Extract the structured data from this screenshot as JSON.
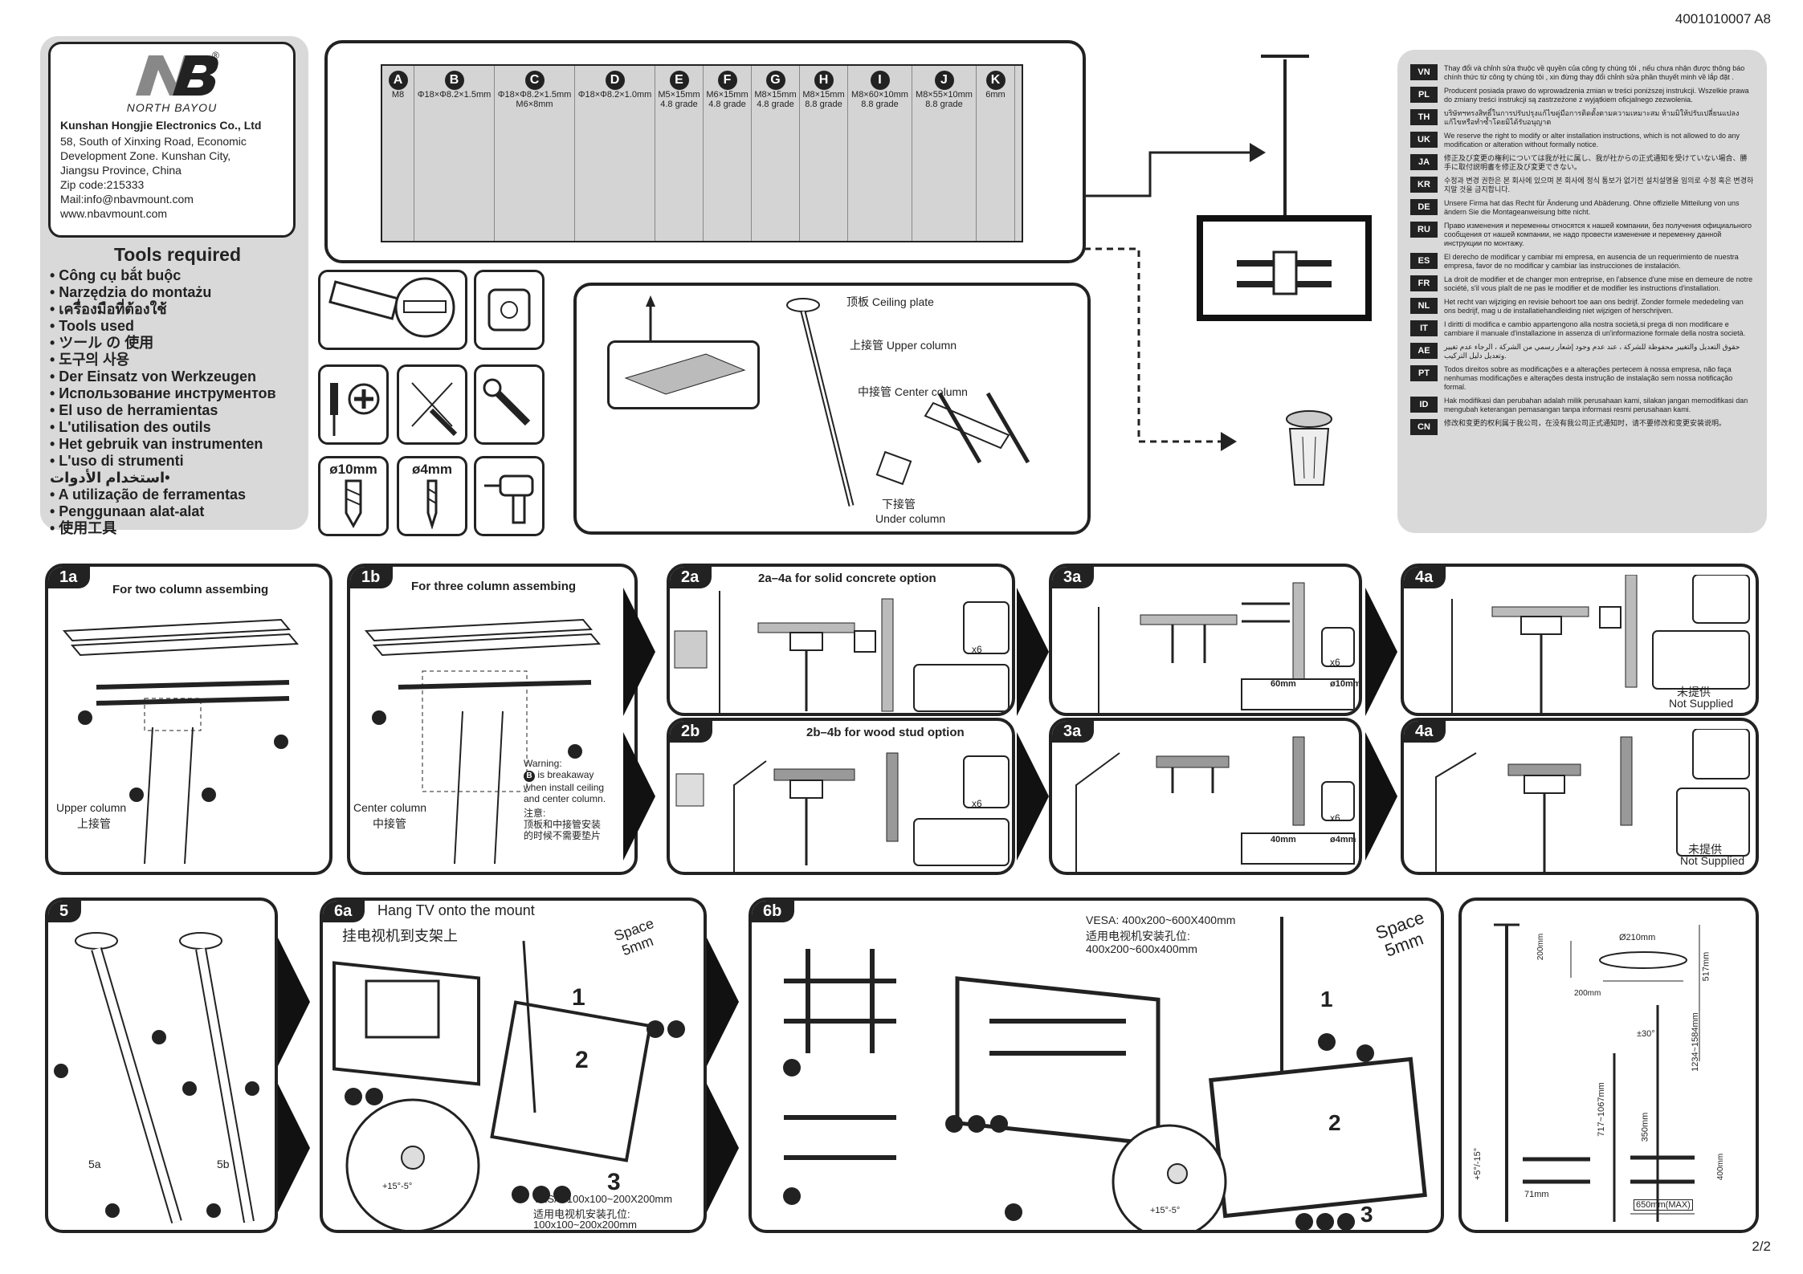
{
  "doc_code": "4001010007  A8",
  "page_number": "2/2",
  "company": {
    "brand": "NORTH BAYOU",
    "name": "Kunshan Hongjie Electronics Co., Ltd",
    "address": [
      "58, South of Xinxing Road, Economic",
      "Development Zone. Kunshan City,",
      "Jiangsu Province, China"
    ],
    "zip": "Zip code:215333",
    "mail": "Mail:info@nbavmount.com",
    "web": "www.nbavmount.com"
  },
  "tools": {
    "title": "Tools required",
    "items": [
      "• Công cụ bắt buộc",
      "• Narzędzia do montażu",
      "• เครื่องมือที่ต้องใช้",
      "• Tools used",
      "• ツール の 使用",
      "• 도구의 사용",
      "• Der Einsatz von Werkzeugen",
      "• Использование инструментов",
      "• El uso de herramientas",
      "• L'utilisation des outils",
      "• Het gebruik van instrumenten",
      "• L'uso di strumenti",
      "استخدام الأدوات•",
      "• A utilização de ferramentas",
      "• Penggunaan alat-alat",
      "• 使用工具"
    ],
    "drill1": "ø10mm",
    "drill2": "ø4mm"
  },
  "hardware": [
    {
      "letter": "A",
      "spec": "M8",
      "grade": ""
    },
    {
      "letter": "B",
      "spec": "Φ18×Φ8.2×1.5mm",
      "grade": ""
    },
    {
      "letter": "C",
      "spec": "Φ18×Φ8.2×1.5mm",
      "grade": "M6×8mm"
    },
    {
      "letter": "D",
      "spec": "Φ18×Φ8.2×1.0mm",
      "grade": ""
    },
    {
      "letter": "E",
      "spec": "M5×15mm",
      "grade": "4.8 grade"
    },
    {
      "letter": "F",
      "spec": "M6×15mm",
      "grade": "4.8 grade"
    },
    {
      "letter": "G",
      "spec": "M8×15mm",
      "grade": "4.8 grade"
    },
    {
      "letter": "H",
      "spec": "M8×15mm",
      "grade": "8.8 grade"
    },
    {
      "letter": "I",
      "spec": "M8×60×10mm",
      "grade": "8.8 grade"
    },
    {
      "letter": "J",
      "spec": "M8×55×10mm",
      "grade": "8.8 grade"
    },
    {
      "letter": "K",
      "spec": "6mm",
      "grade": ""
    }
  ],
  "parts": {
    "ceiling_plate": "顶板  Ceiling plate",
    "upper_column": "上接管  Upper column",
    "center_column": "中接管  Center column",
    "under_cn": "下接管",
    "under_en": "Under column"
  },
  "disclaimers": [
    {
      "code": "VN",
      "text": "Thay đổi và chỉnh sửa thuộc về quyền của công ty chúng tôi , nếu chưa nhận được thông báo chính thức từ công ty chúng tôi , xin đừng thay đổi chỉnh sửa phần thuyết minh về lắp đặt ."
    },
    {
      "code": "PL",
      "text": "Producent posiada prawo do wprowadzenia zmian w treści poniższej instrukcji. Wszelkie prawa do zmiany treści instrukcji są zastrzeżone z wyjątkiem oficjalnego zezwolenia."
    },
    {
      "code": "TH",
      "text": "บริษัทฯทรงสิทธิ์ในการปรับปรุงแก้ไขคู่มือการติดตั้งตามความเหมาะสม ห้ามมิให้ปรับเปลี่ยนแปลงแก้ไขหรือทำซ้ำโดยมิได้รับอนุญาต"
    },
    {
      "code": "UK",
      "text": "We reserve the right to modify or alter installation instructions, which is not allowed to do any modification or alteration without formally notice."
    },
    {
      "code": "JA",
      "text": "修正及び変更の権利については我が社に属し、我が社からの正式通知を受けていない場合、勝手に取付説明書を修正及び変更できない。"
    },
    {
      "code": "KR",
      "text": "수정과 변경 권한은 본 회사에 있으며 본 회사에 정식 통보가 없기전 설치설명을 임의로 수정 혹은 변경하지말 것을 금지합니다."
    },
    {
      "code": "DE",
      "text": "Unsere Firma hat das Recht für Änderung und Abäderung. Ohne offizielle Mitteilung von uns ändern Sie die Montageanweisung bitte nicht."
    },
    {
      "code": "RU",
      "text": "Право изменения и переменны относятся к нашей компании, без получения официального сообщения от нашей компании, не надо провести изменение и переменну данной инструкции по монтажу."
    },
    {
      "code": "ES",
      "text": "El derecho de modificar y cambiar mi empresa, en ausencia de un requerimiento de nuestra empresa, favor de no modificar y cambiar las instrucciones de instalación."
    },
    {
      "code": "FR",
      "text": "La droit de modifier et de changer mon entreprise, en l'absence d'une mise en demeure de notre société, s'il vous plaît de ne pas le modifier et de modifier les instructions d'installation."
    },
    {
      "code": "NL",
      "text": "Het recht van wijziging en revisie behoort toe aan ons bedrijf. Zonder formele mededeling van ons bedrijf, mag u de installatiehandleiding niet wijzigen of herschrijven."
    },
    {
      "code": "IT",
      "text": "I diritti di modifica e cambio appartengono alla nostra società,si prega di non modificare e cambiare il manuale d'installazione in assenza di un'informazione formale della nostra società."
    },
    {
      "code": "AE",
      "text": "حقوق التعديل والتغيير محفوظة للشركة ، عند عدم وجود إشعار رسمي من الشركة ، الرجاء عدم تغيير وتعديل دليل التركيب."
    },
    {
      "code": "PT",
      "text": "Todos direitos sobre as modificações e a alterações pertecem à nossa empresa, não faça nenhumas modificações e alterações desta instrução de instalação sem nossa notificação formal."
    },
    {
      "code": "ID",
      "text": "Hak modifikasi dan perubahan adalah milik perusahaan kami, silakan jangan memodifikasi dan mengubah keterangan pemasangan tanpa informasi resmi perusahaan kami."
    },
    {
      "code": "CN",
      "text": "修改和变更的权利属于我公司，在没有我公司正式通知时，请不要修改和变更安装说明。"
    }
  ],
  "steps": {
    "s1a": {
      "badge": "1a",
      "title": "For two column assembing",
      "label_en": "Upper column",
      "label_cn": "上接管"
    },
    "s1b": {
      "badge": "1b",
      "title": "For three column assembing",
      "label_en": "Center column",
      "label_cn": "中接管",
      "warn1": "Warning:",
      "warn2": "is breakaway",
      "warn3": "when install ceiling",
      "warn4": "and center column.",
      "note1": "注意:",
      "note2": "顶板和中接管安装",
      "note3": "的时候不需要垫片"
    },
    "s2a": {
      "badge": "2a",
      "title": "2a–4a for solid concrete option",
      "x6": "x6"
    },
    "s2b": {
      "badge": "2b",
      "title": "2b–4b for wood stud option",
      "x6": "x6"
    },
    "s3a": {
      "badge": "3a",
      "depth": "60mm",
      "drill": "ø10mm",
      "x6": "x6"
    },
    "s3b": {
      "badge": "3a",
      "depth": "40mm",
      "drill": "ø4mm",
      "x6": "x6"
    },
    "s4a": {
      "badge": "4a",
      "ns_cn": "未提供",
      "ns_en": "Not Supplied"
    },
    "s4b": {
      "badge": "4a",
      "ns_cn": "未提供",
      "ns_en": "Not Supplied"
    },
    "s5": {
      "badge": "5",
      "a": "5a",
      "b": "5b"
    },
    "s6a": {
      "badge": "6a",
      "title_en": "Hang TV onto the mount",
      "title_cn": "挂电视机到支架上",
      "space": "Space",
      "space_v": "5mm",
      "vesa": "VESA: 100x100~200X200mm",
      "vesa_cn": "适用电视机安装孔位:",
      "vesa_range": "100x100~200x200mm",
      "angle": "+15°-5°"
    },
    "s6b": {
      "badge": "6b",
      "vesa": "VESA: 400x200~600X400mm",
      "vesa_cn": "适用电视机安装孔位:",
      "vesa_range": "400x200~600x400mm",
      "space": "Space",
      "space_v": "5mm",
      "angle": "+15°-5°"
    },
    "dims": {
      "d1": "Ø210mm",
      "d2": "200mm",
      "d3": "200mm",
      "d4": "517mm",
      "d5": "1234~1584mm",
      "d6": "±30°",
      "d7": "717~1067mm",
      "d8": "350mm",
      "d9": "71mm",
      "d10": "650mm(MAX)",
      "d11": "400mm",
      "d12": "+5°/-15°"
    }
  }
}
